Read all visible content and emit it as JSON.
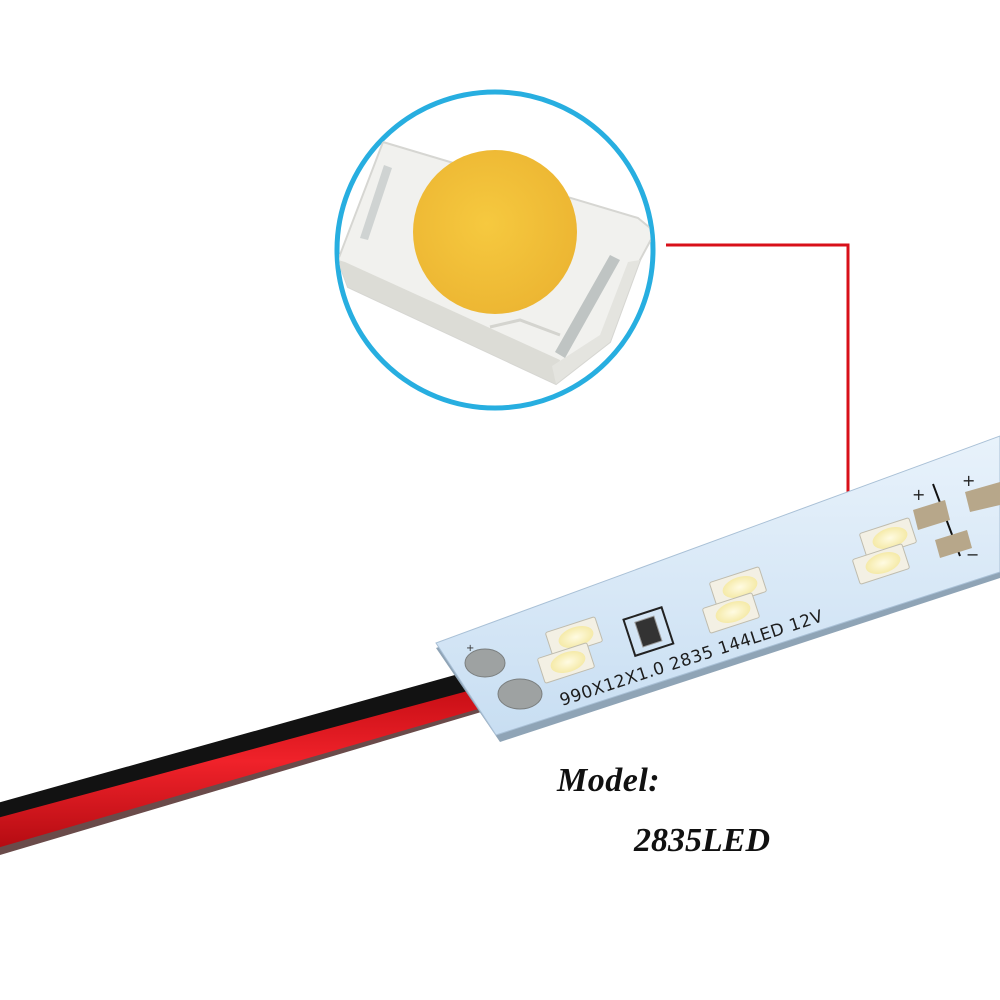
{
  "product": {
    "label": "Model:",
    "model": "2835LED"
  },
  "strip": {
    "pcb_print": "990X12X1.0  2835  144LED  12V",
    "polarity_plus": "+",
    "polarity_minus": "−"
  },
  "callout": {
    "circle_color": "#27aee0",
    "line_color": "#d8101a",
    "dot_color": "#e8000f"
  },
  "led_chip": {
    "phosphor_color": "#f2c23c",
    "body_color": "#f1f1ee"
  },
  "wire": {
    "colors": [
      "#d8111a",
      "#111111"
    ]
  }
}
